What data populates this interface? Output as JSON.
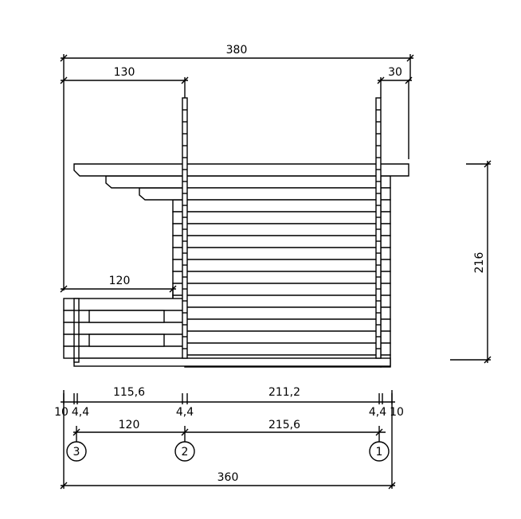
{
  "drawing": {
    "top_dimensions": {
      "overall_width": "380",
      "left_overhang": "130",
      "right_overhang": "30",
      "bench_width": "120"
    },
    "height_dimension": "216",
    "lower_dimensions": {
      "row1": [
        "10",
        "4,4",
        "115,6",
        "4,4",
        "211,2",
        "4,4",
        "10"
      ],
      "axis_spacing": [
        "120",
        "215,6"
      ],
      "overall_base": "360"
    },
    "axis_markers": [
      "3",
      "2",
      "1"
    ],
    "line_color": "#000000",
    "background_color": "#ffffff"
  }
}
